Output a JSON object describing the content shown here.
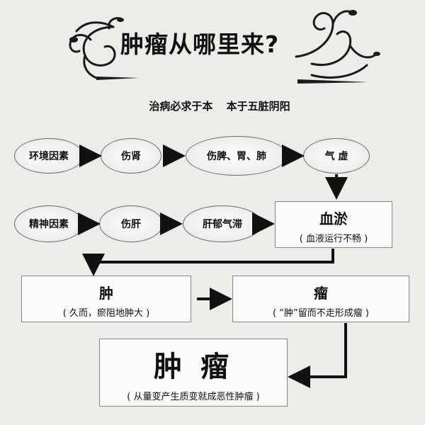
{
  "title": "肿瘤从哪里来?",
  "subtitle": "治病必求于本  本于五脏阴阳",
  "row1": [
    "环境因素",
    "伤肾",
    "伤脾、胃、肺",
    "气 虚"
  ],
  "row2": [
    "精神因素",
    "伤肝",
    "肝郁气滞"
  ],
  "xueyu": {
    "main": "血淤",
    "sub": "( 血液运行不畅 )"
  },
  "zhong": {
    "main": "肿",
    "sub": "( 久而，瘀阻地肿大 )"
  },
  "liu": {
    "main": "瘤",
    "sub": "( “肿”留而不走形成瘤 )"
  },
  "zhongliu": {
    "main": "肿 瘤",
    "sub": "( 从量变产生质变就成恶性肿瘤 )"
  }
}
